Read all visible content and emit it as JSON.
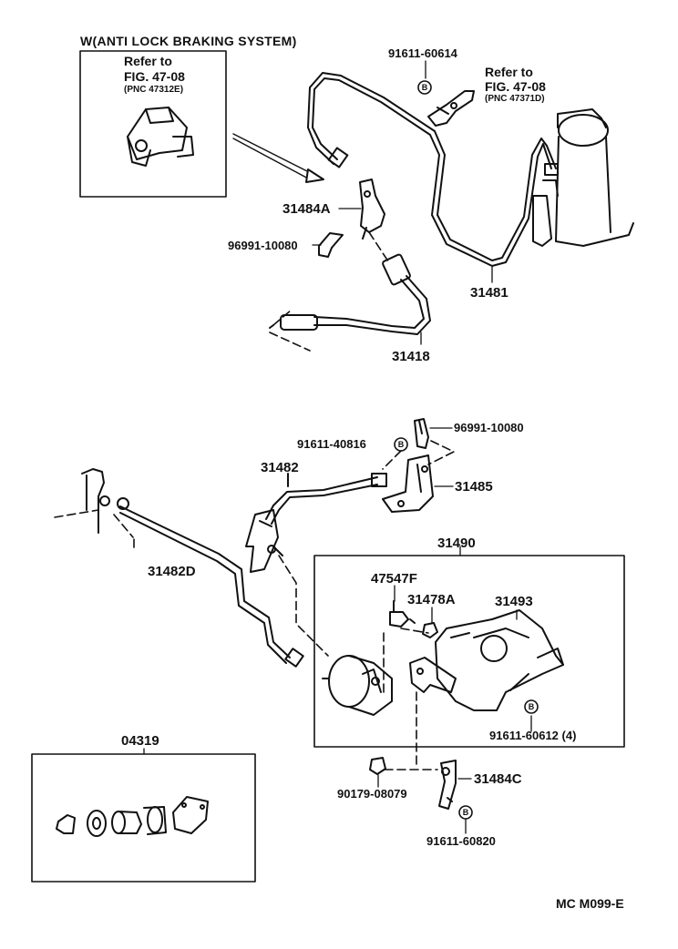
{
  "diagram": {
    "title": "W(ANTI LOCK BRAKING SYSTEM)",
    "inset_top": {
      "refer_line1": "Refer to",
      "refer_line2": "FIG. 47-08",
      "refer_line3": "(PNC 47312E)"
    },
    "refer_right": {
      "refer_line1": "Refer to",
      "refer_line2": "FIG. 47-08",
      "refer_line3": "(PNC 47371D)"
    },
    "parts": {
      "p91611_60614": "91611-60614",
      "p31484A": "31484A",
      "p96991_10080_top": "96991-10080",
      "p31481": "31481",
      "p31418": "31418",
      "p96991_10080_mid": "96991-10080",
      "p91611_40816": "91611-40816",
      "p31482": "31482",
      "p31485": "31485",
      "p31482D": "31482D",
      "p31490": "31490",
      "p47547F": "47547F",
      "p31478A": "31478A",
      "p31493": "31493",
      "p91611_60612": "91611-60612 (4)",
      "p04319": "04319",
      "p31484C": "31484C",
      "p90179_08079": "90179-08079",
      "p91611_60820": "91611-60820"
    },
    "bolt_marker": "B",
    "drawing_code": "MC  M099-E"
  }
}
